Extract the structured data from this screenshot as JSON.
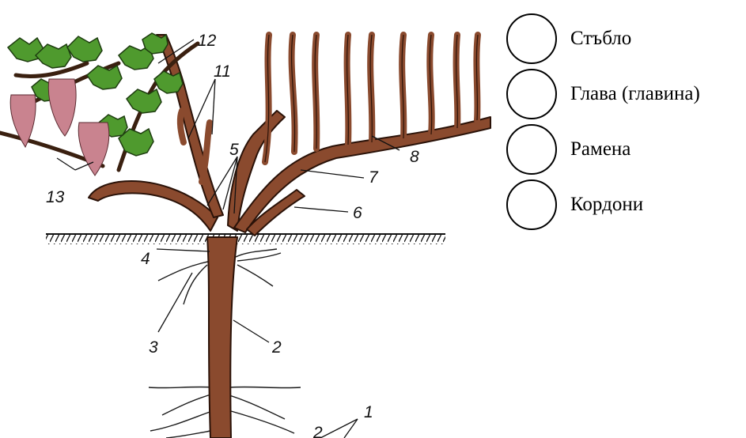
{
  "figure": {
    "labels": [
      "12",
      "11",
      "5",
      "13",
      "7",
      "8",
      "6",
      "4",
      "3",
      "2",
      "1",
      "2"
    ]
  },
  "options": [
    {
      "label": "Стъбло"
    },
    {
      "label": "Глава (главина)"
    },
    {
      "label": "Рамена"
    },
    {
      "label": "Кордони"
    }
  ],
  "colors": {
    "trunk": "#8a4a2e",
    "trunk_outline": "#2a1208",
    "leaf": "#4f9a2e",
    "grape": "#c9838f",
    "root": "#222222"
  }
}
